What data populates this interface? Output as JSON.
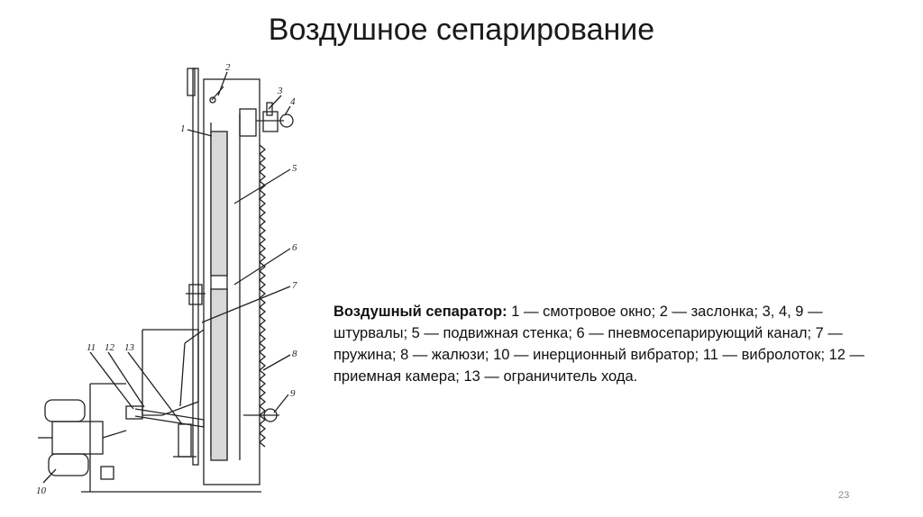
{
  "slide": {
    "title": "Воздушное сепарирование",
    "page_number": "23"
  },
  "caption": {
    "heading": "Воздушный сепаратор:",
    "text": " 1 — смотровое окно; 2 — заслонка; 3, 4, 9 — штурвалы; 5 — подвижная стенка; 6 — пневмосепарирующий канал; 7 — пружина; 8 — жалюзи; 10 — инерционный вибратор; 11 — вибролоток; 12 — приемная камера; 13 — ограничитель хода."
  },
  "diagram": {
    "labels": [
      "1",
      "2",
      "3",
      "4",
      "5",
      "6",
      "7",
      "8",
      "9",
      "10",
      "11",
      "12",
      "13"
    ]
  }
}
